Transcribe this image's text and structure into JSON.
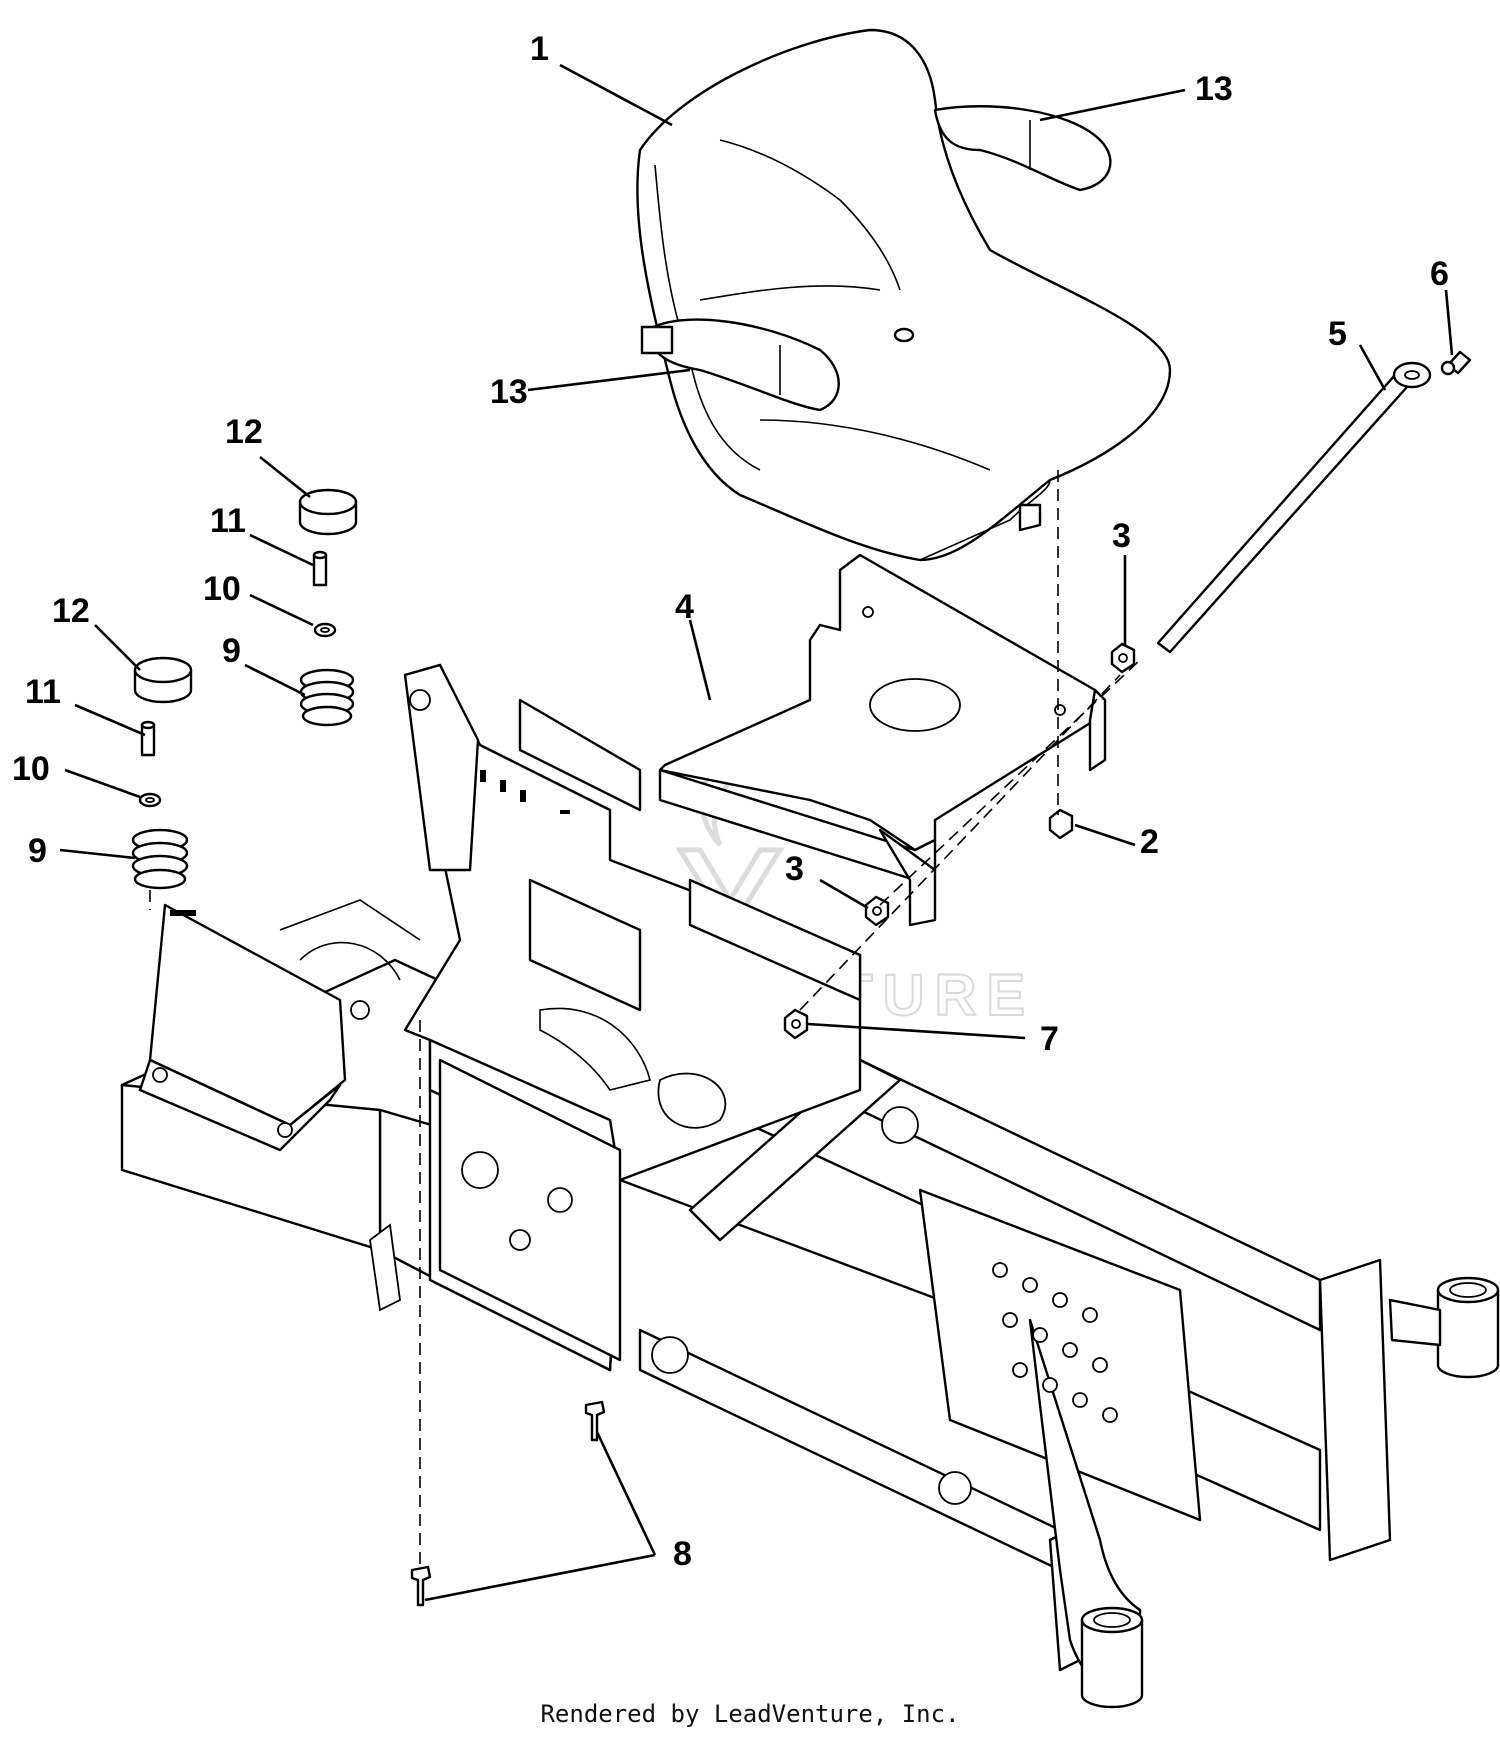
{
  "callouts": [
    {
      "id": "c1",
      "text": "1"
    },
    {
      "id": "c13a",
      "text": "13"
    },
    {
      "id": "c6",
      "text": "6"
    },
    {
      "id": "c5",
      "text": "5"
    },
    {
      "id": "c13b",
      "text": "13"
    },
    {
      "id": "c12a",
      "text": "12"
    },
    {
      "id": "c11a",
      "text": "11"
    },
    {
      "id": "c10a",
      "text": "10"
    },
    {
      "id": "c9a",
      "text": "9"
    },
    {
      "id": "c12b",
      "text": "12"
    },
    {
      "id": "c11b",
      "text": "11"
    },
    {
      "id": "c10b",
      "text": "10"
    },
    {
      "id": "c9b",
      "text": "9"
    },
    {
      "id": "c3a",
      "text": "3"
    },
    {
      "id": "c4",
      "text": "4"
    },
    {
      "id": "c2",
      "text": "2"
    },
    {
      "id": "c3b",
      "text": "3"
    },
    {
      "id": "c7",
      "text": "7"
    },
    {
      "id": "c8",
      "text": "8"
    }
  ],
  "watermark": {
    "text": "LEADVENTURE"
  },
  "footer": {
    "text": "Rendered by LeadVenture, Inc."
  }
}
